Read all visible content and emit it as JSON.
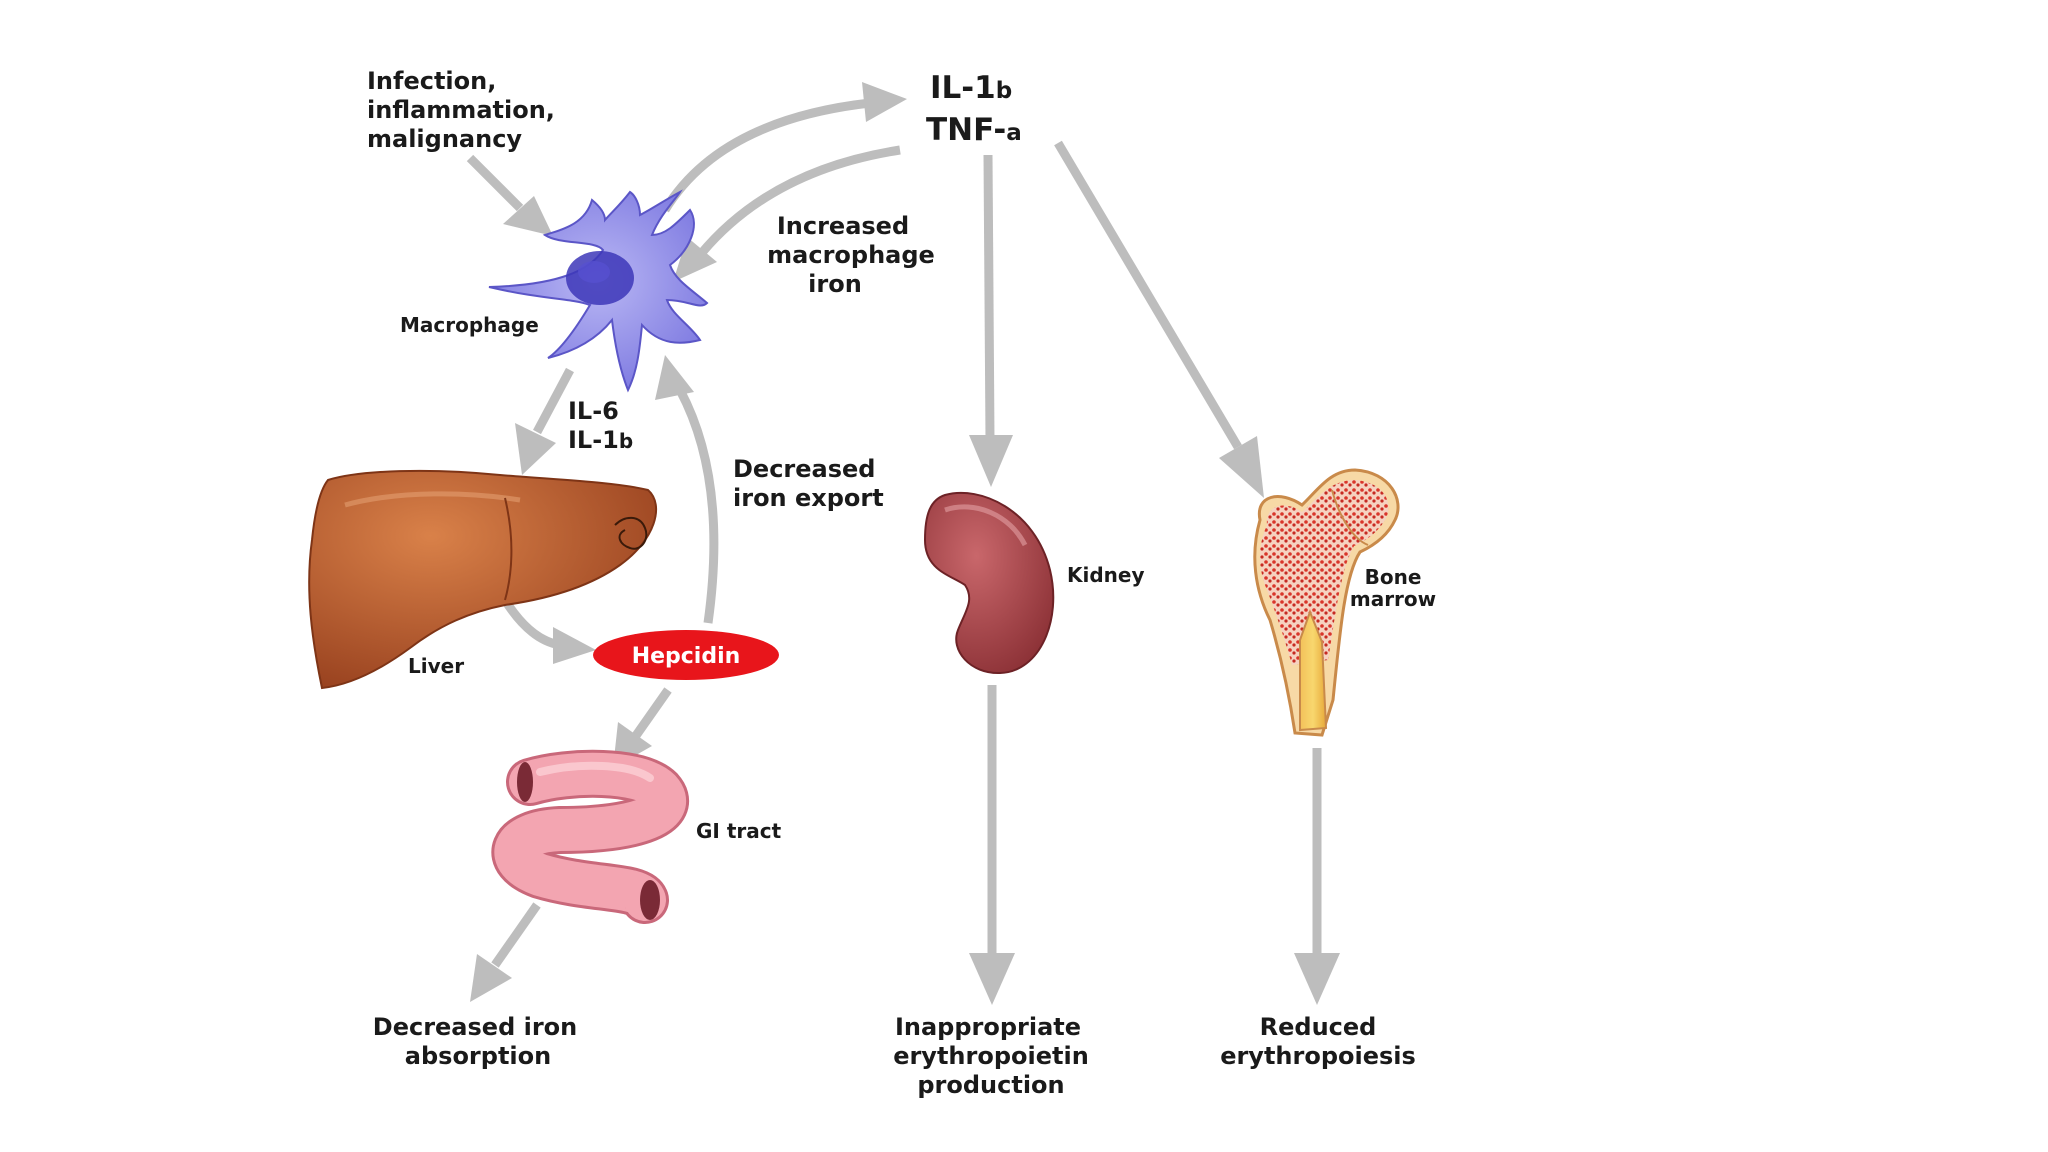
{
  "triggers": {
    "line1": "Infection,",
    "line2": "inflammation,",
    "line3": "malignancy"
  },
  "cytokines_top": {
    "il1": "IL-1",
    "il1_suffix": "b",
    "tnf": "TNF-",
    "tnf_suffix": "a"
  },
  "macrophage": {
    "label": "Macrophage"
  },
  "increased_iron": {
    "line1": "Increased",
    "line2": "macrophage",
    "line3": "iron"
  },
  "cytokines_mid": {
    "il6": "IL-6",
    "il1": "IL-1",
    "il1_suffix": "b"
  },
  "decreased_export": {
    "line1": "Decreased",
    "line2": "iron export"
  },
  "liver": {
    "label": "Liver"
  },
  "hepcidin": {
    "label": "Hepcidin",
    "color": "#e8151b"
  },
  "gi": {
    "label": "GI tract"
  },
  "kidney": {
    "label": "Kidney"
  },
  "bone": {
    "line1": "Bone",
    "line2": "marrow"
  },
  "outcomes": {
    "absorption": {
      "line1": "Decreased iron",
      "line2": "absorption"
    },
    "epo": {
      "line1": "Inappropriate",
      "line2": "erythropoietin",
      "line3": "production"
    },
    "erythro": {
      "line1": "Reduced",
      "line2": "erythropoiesis"
    }
  },
  "colors": {
    "arrow": "#bdbdbd",
    "macrophage": "#8a87e6",
    "liver": "#b6582a",
    "kidney": "#a9454a",
    "gi": "#f19aa6",
    "bone_marrow": "#d9352a"
  }
}
